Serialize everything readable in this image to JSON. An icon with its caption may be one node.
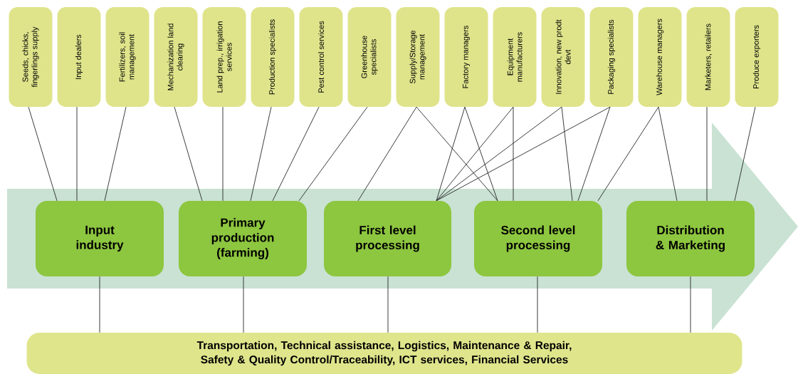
{
  "diagram": {
    "nodes": [
      {
        "text": [
          "Seeds, chicks, fingerlings supply"
        ]
      },
      {
        "text": [
          "Input dealers"
        ]
      },
      {
        "text": [
          "Fertilizers, soil management"
        ]
      },
      {
        "text": [
          "Mechanization land clearing"
        ]
      },
      {
        "text": [
          "Land prep., irrigation services"
        ]
      },
      {
        "text": [
          "Production specialists"
        ]
      },
      {
        "text": [
          "Pest control services"
        ]
      },
      {
        "text": [
          "Greenhouse specialists"
        ]
      },
      {
        "text": [
          "Supply/Storage management"
        ]
      },
      {
        "text": [
          "Factory managers"
        ]
      },
      {
        "text": [
          "Equipment manufacturers"
        ]
      },
      {
        "text": [
          "Innovation, new prodt devt"
        ]
      },
      {
        "text": [
          "Packaging specialists"
        ]
      },
      {
        "text": [
          "Warehouse managers"
        ]
      },
      {
        "text": [
          "Marketers, retailers"
        ]
      },
      {
        "text": [
          "Produce exporters"
        ]
      },
      {
        "text": [],
        "shape": "arrow"
      },
      {
        "text": [
          "Input industry"
        ],
        "in": 16
      },
      {
        "text": [
          "Primary production (farming)"
        ],
        "in": 16
      },
      {
        "text": [
          "First level processing"
        ],
        "in": 16
      },
      {
        "text": [
          "Second level processing"
        ],
        "in": 16
      },
      {
        "text": [
          "Distribution & Marketing"
        ],
        "in": 16
      },
      {
        "text": [
          "Transportation, Technical assistance, Logistics, Maintenance & Repair, Safety & Quality Control/Traceability, ICT services, Financial Services"
        ]
      }
    ],
    "edges": [
      {
        "from": 0,
        "to": 17,
        "arrow": "none"
      },
      {
        "from": 1,
        "to": 17,
        "arrow": "none"
      },
      {
        "from": 2,
        "to": 17,
        "arrow": "none"
      },
      {
        "from": 3,
        "to": 18,
        "arrow": "none"
      },
      {
        "from": 4,
        "to": 18,
        "arrow": "none"
      },
      {
        "from": 5,
        "to": 18,
        "arrow": "none"
      },
      {
        "from": 6,
        "to": 18,
        "arrow": "none"
      },
      {
        "from": 7,
        "to": 18,
        "arrow": "none"
      },
      {
        "from": 8,
        "to": 19,
        "arrow": "none"
      },
      {
        "from": 8,
        "to": 20,
        "arrow": "none"
      },
      {
        "from": 9,
        "to": 19,
        "arrow": "none"
      },
      {
        "from": 9,
        "to": 20,
        "arrow": "none"
      },
      {
        "from": 10,
        "to": 19,
        "arrow": "none"
      },
      {
        "from": 10,
        "to": 20,
        "arrow": "none"
      },
      {
        "from": 11,
        "to": 19,
        "arrow": "none"
      },
      {
        "from": 11,
        "to": 20,
        "arrow": "none"
      },
      {
        "from": 12,
        "to": 19,
        "arrow": "none"
      },
      {
        "from": 12,
        "to": 20,
        "arrow": "none"
      },
      {
        "from": 13,
        "to": 20,
        "arrow": "none"
      },
      {
        "from": 13,
        "to": 21,
        "arrow": "none"
      },
      {
        "from": 14,
        "to": 21,
        "arrow": "none"
      },
      {
        "from": 15,
        "to": 21,
        "arrow": "none"
      },
      {
        "from": 17,
        "to": 22,
        "arrow": "none"
      },
      {
        "from": 18,
        "to": 22,
        "arrow": "none"
      },
      {
        "from": 19,
        "to": 22,
        "arrow": "none"
      },
      {
        "from": 20,
        "to": 22,
        "arrow": "none"
      },
      {
        "from": 21,
        "to": 22,
        "arrow": "none"
      }
    ]
  }
}
